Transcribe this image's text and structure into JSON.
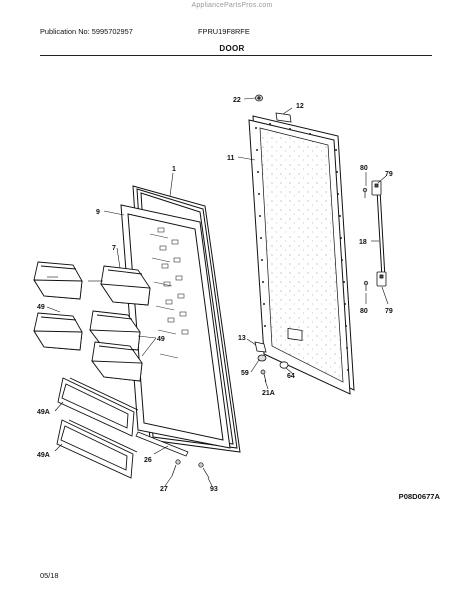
{
  "watermark": "AppliancePartsPros.com",
  "header": {
    "publication": "Publication No: 5995702957",
    "model": "FPRU19F8RFE",
    "section_title": "DOOR"
  },
  "footer": {
    "drawing_code": "P08D0677A",
    "date": "05/18"
  },
  "callouts": {
    "c22": "22",
    "c12": "12",
    "c11": "11",
    "c1": "1",
    "c9": "9",
    "c7": "7",
    "c49_a": "49",
    "c49_b": "49",
    "c80_a": "80",
    "c79_a": "79",
    "c18": "18",
    "c80_b": "80",
    "c79_b": "79",
    "c13": "13",
    "c59": "59",
    "c64": "64",
    "c21A": "21A",
    "c49A_a": "49A",
    "c49A_b": "49A",
    "c26": "26",
    "c27": "27",
    "c93": "93"
  }
}
